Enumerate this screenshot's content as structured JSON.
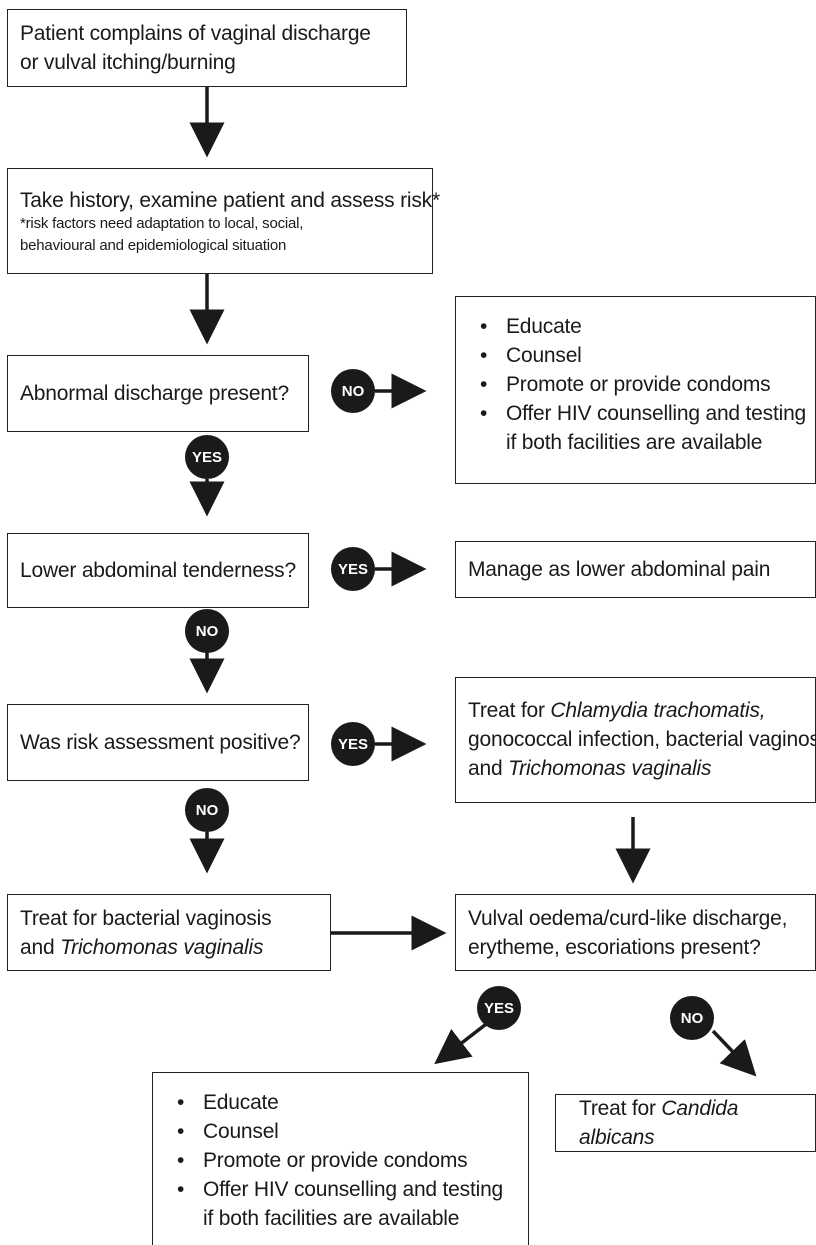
{
  "nodes": {
    "complaint": {
      "line1": "Patient complains of vaginal discharge",
      "line2": "or vulval itching/burning"
    },
    "history": {
      "title": "Take history, examine patient and assess risk*",
      "note_line1": "*risk factors need adaptation to local, social,",
      "note_line2": "behavioural and epidemiological situation"
    },
    "abnormal_discharge": {
      "text": "Abnormal discharge present?"
    },
    "lower_abdominal": {
      "text": "Lower abdominal tenderness?"
    },
    "risk_assessment": {
      "text": "Was risk assessment positive?"
    },
    "treat_bv_tv": {
      "line1": "Treat for bacterial vaginosis",
      "line2_prefix": "and ",
      "line2_italic": "Trichomonas vaginalis"
    },
    "education_top": {
      "items": [
        {
          "line1": "Educate"
        },
        {
          "line1": "Counsel"
        },
        {
          "line1": "Promote or provide condoms"
        },
        {
          "line1": "Offer HIV counselling and testing",
          "line2": "if both facilities are available"
        }
      ]
    },
    "manage_pain": {
      "text": "Manage as lower abdominal pain"
    },
    "treat_all": {
      "line1_prefix": "Treat for ",
      "line1_italic": "Chlamydia trachomatis,",
      "line2": "gonococcal infection, bacterial vaginosis",
      "line3_prefix": "and ",
      "line3_italic": "Trichomonas vaginalis"
    },
    "vulval_oedema": {
      "line1": "Vulval oedema/curd-like discharge,",
      "line2": "erytheme, escoriations present?"
    },
    "education_bottom": {
      "items": [
        {
          "line1": "Educate"
        },
        {
          "line1": "Counsel"
        },
        {
          "line1": "Promote or provide condoms"
        },
        {
          "line1": "Offer HIV counselling and testing",
          "line2": "if both facilities are available"
        }
      ]
    },
    "treat_candida": {
      "prefix": "Treat for ",
      "italic": "Candida albicans"
    }
  },
  "badges": {
    "yes": "YES",
    "no": "NO"
  }
}
